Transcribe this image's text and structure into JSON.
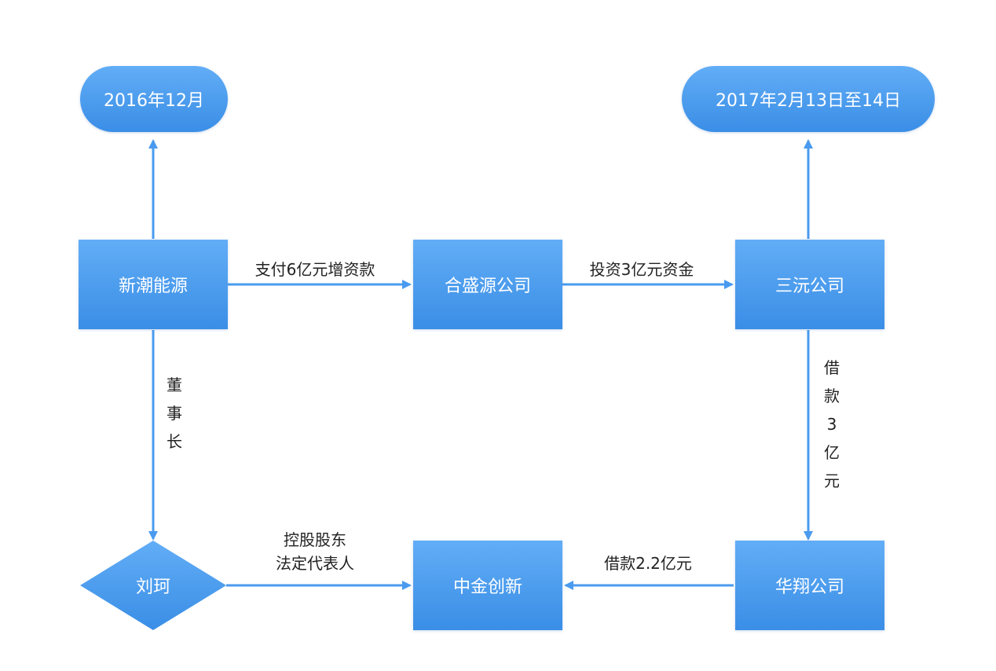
{
  "nodes": {
    "date_2016": "2016年12月",
    "date_2017": "2017年2月13日至14日",
    "xinchao": "新潮能源",
    "heshengyuan": "合盛源公司",
    "sanyuan": "三沅公司",
    "liuke": "刘珂",
    "zhongjin": "中金创新",
    "huaxiang": "华翔公司"
  },
  "edges": {
    "pay_capital": "支付6亿元增资款",
    "invest": "投资3亿元资金",
    "chairman": [
      "董",
      "事",
      "长"
    ],
    "loan_3": [
      "借",
      "款",
      "3",
      "亿",
      "元"
    ],
    "controller_line1": "控股股东",
    "controller_line2": "法定代表人",
    "loan_22": "借款2.2亿元"
  },
  "colors": {
    "node_fill": "#4a9bef",
    "edge": "#4a9bef"
  }
}
